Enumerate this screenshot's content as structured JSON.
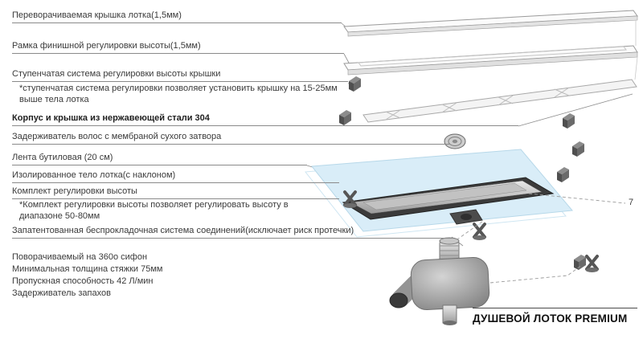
{
  "labels": [
    {
      "text": "Переворачиваемая крышка лотка(1,5мм)"
    },
    {
      "text": "Рамка финишной регулировки высоты(1,5мм)"
    },
    {
      "text": "Ступенчатая система регулировки высоты крышки",
      "note": "*ступенчатая система регулировки позволяет установить крышку на 15-25мм выше тела лотка"
    },
    {
      "text": "Корпус и крышка из нержавеющей стали 304"
    },
    {
      "text": "Задерживатель волос с мембраной сухого затвора"
    },
    {
      "text": "Лента бутиловая (20 см)"
    },
    {
      "text": "Изолированное тело лотка(с наклоном)"
    },
    {
      "text": "Комплект регулировки высоты",
      "note": "*Комплект регулировки высоты позволяет регулировать высоту в диапазоне 50-80мм"
    },
    {
      "text": "Запатентованная беспрокладочная система соединений(исключает риск протечки)"
    }
  ],
  "siphon_specs": [
    "Поворачиваемый на 360o сифон",
    "Минимальная толщина стяжки 75мм",
    "Пропускная способность 42 Л/мин",
    "Задерживатель запахов"
  ],
  "footer": {
    "title": "ДУШЕВОЙ ЛОТОК PREMIUM"
  },
  "callout": {
    "number": "7"
  },
  "colors": {
    "membrane": "#d9edf8",
    "line": "#8a8a8a",
    "metal_dark": "#3b3b3b"
  }
}
